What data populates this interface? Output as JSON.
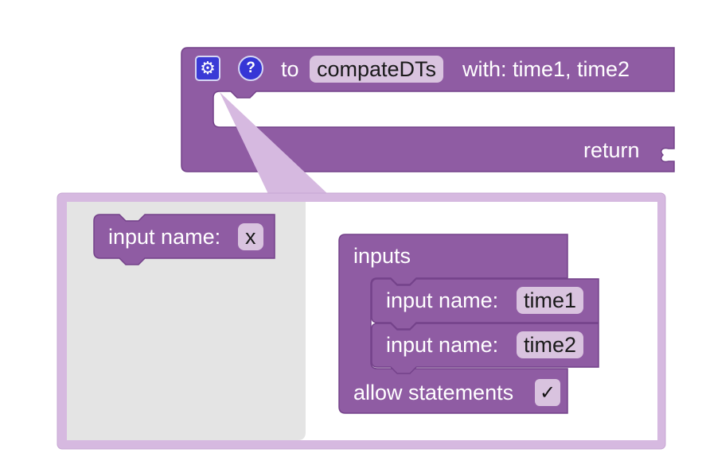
{
  "colors": {
    "block_fill": "#8f5ca3",
    "block_stroke": "#74428a",
    "field_fill": "#d9c3df",
    "bubble_border": "#d6b9e0",
    "flyout_fill": "#e4e4e4",
    "icon_blue": "#3a3ad6"
  },
  "procedure_block": {
    "settings_icon": "gear-icon",
    "help_icon": "question-icon",
    "help_glyph": "?",
    "to_label": "to",
    "name_value": "compateDTs",
    "with_label": "with: time1, time2",
    "return_label": "return"
  },
  "mutator": {
    "flyout": {
      "item_label": "input name:",
      "item_value": "x"
    },
    "container": {
      "title": "inputs",
      "inputs": [
        {
          "label": "input name:",
          "value": "time1"
        },
        {
          "label": "input name:",
          "value": "time2"
        }
      ],
      "allow_statements_label": "allow statements",
      "allow_statements_mark": "✓"
    }
  }
}
